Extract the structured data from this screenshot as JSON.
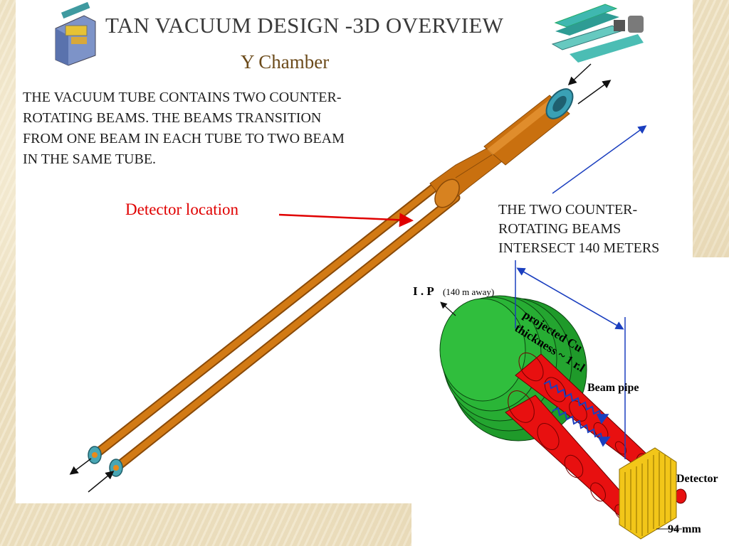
{
  "slide": {
    "title": "TAN VACUUM DESIGN -3D OVERVIEW",
    "subtitle": "Y Chamber",
    "description": "THE VACUUM TUBE CONTAINS TWO COUNTER-\nROTATING BEAMS.  THE BEAMS TRANSITION\nFROM ONE BEAM IN EACH TUBE TO TWO BEAM\n IN THE SAME TUBE.",
    "detector_location_label": "Detector location",
    "intersect_text": "THE TWO COUNTER-\nROTATING BEAMS\nINTERSECT 140 METERS"
  },
  "inset": {
    "ip_label": "I . P",
    "ip_distance": "(140 m away)",
    "cu_thickness": "projected Cu\nthickness ~ 1 r.l",
    "beam_pipe": "Beam pipe",
    "detector": "Detector",
    "width": "94 mm"
  },
  "colors": {
    "tube": "#c9700f",
    "tube_highlight": "#f0a040",
    "absorber_green": "#1f9a2a",
    "beam_red": "#e81010",
    "detector_yellow": "#f2c619",
    "arrow_red": "#e00000",
    "arrow_blue": "#1b3fbf"
  }
}
